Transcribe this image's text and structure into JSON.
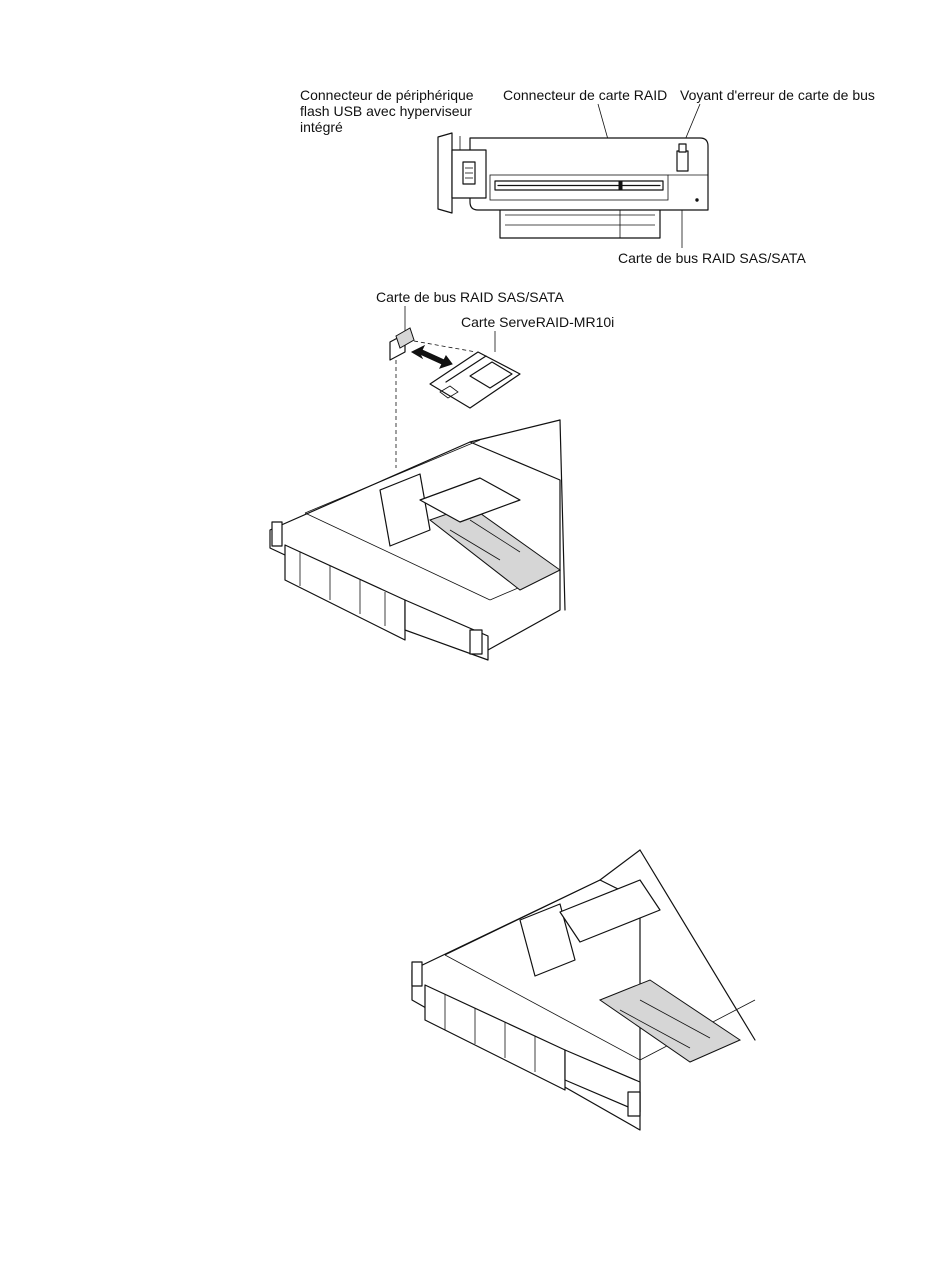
{
  "figure1": {
    "labels": {
      "usb_connector": "Connecteur de périphérique\nflash USB avec hyperviseur\nintégré",
      "raid_connector": "Connecteur de carte RAID",
      "error_led": "Voyant d'erreur de carte de bus",
      "riser_card": "Carte de bus RAID SAS/SATA"
    }
  },
  "figure2": {
    "labels": {
      "riser_card": "Carte de bus RAID SAS/SATA",
      "serveraid_card": "Carte ServeRAID-MR10i"
    }
  }
}
